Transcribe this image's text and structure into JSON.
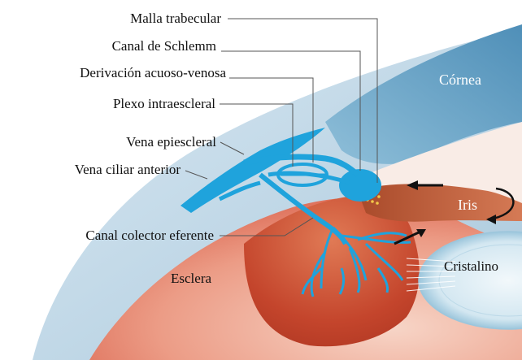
{
  "labels": {
    "malla_trabecular": "Malla trabecular",
    "canal_schlemm": "Canal de Schlemm",
    "derivacion": "Derivación acuoso-venosa",
    "plexo": "Plexo intraescleral",
    "vena_epiescleral": "Vena epiescleral",
    "vena_ciliar": "Vena ciliar anterior",
    "canal_colector": "Canal colector eferente",
    "esclera": "Esclera",
    "cornea": "Córnea",
    "iris": "Iris",
    "cristalino": "Cristalino"
  },
  "colors": {
    "vessels": "#1fa3dc",
    "sclera": "#b9d5e6",
    "cornea": "#5b9cc2",
    "ciliary": "#c1402a",
    "iris": "#b9562f",
    "trabecular": "#f2c84a"
  }
}
